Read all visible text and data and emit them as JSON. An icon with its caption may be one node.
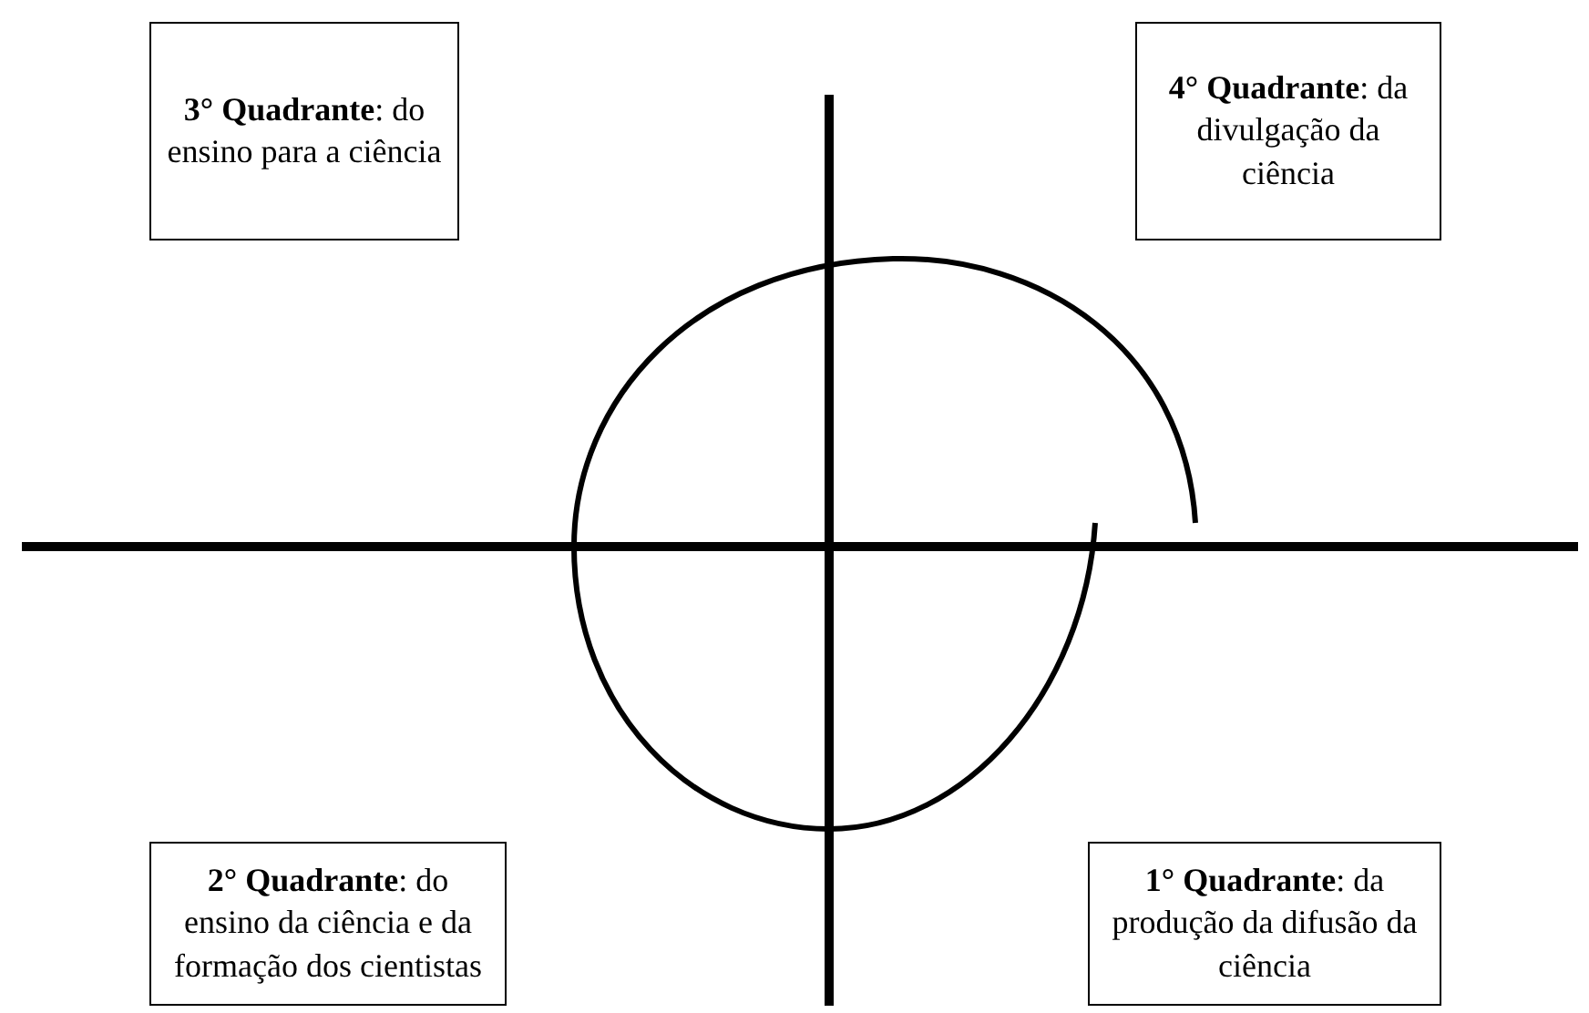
{
  "diagram": {
    "nodes": [
      {
        "text": [
          "**3° Quadrante**: do ensino para a ciência"
        ]
      },
      {
        "text": [
          "**4° Quadrante**: da divulgação da ciência"
        ]
      },
      {
        "text": [
          "**2° Quadrante**: do ensino da ciência e da formação dos cientistas"
        ]
      },
      {
        "text": [
          "**1° Quadrante**: da produção da difusão da ciência"
        ]
      }
    ]
  }
}
